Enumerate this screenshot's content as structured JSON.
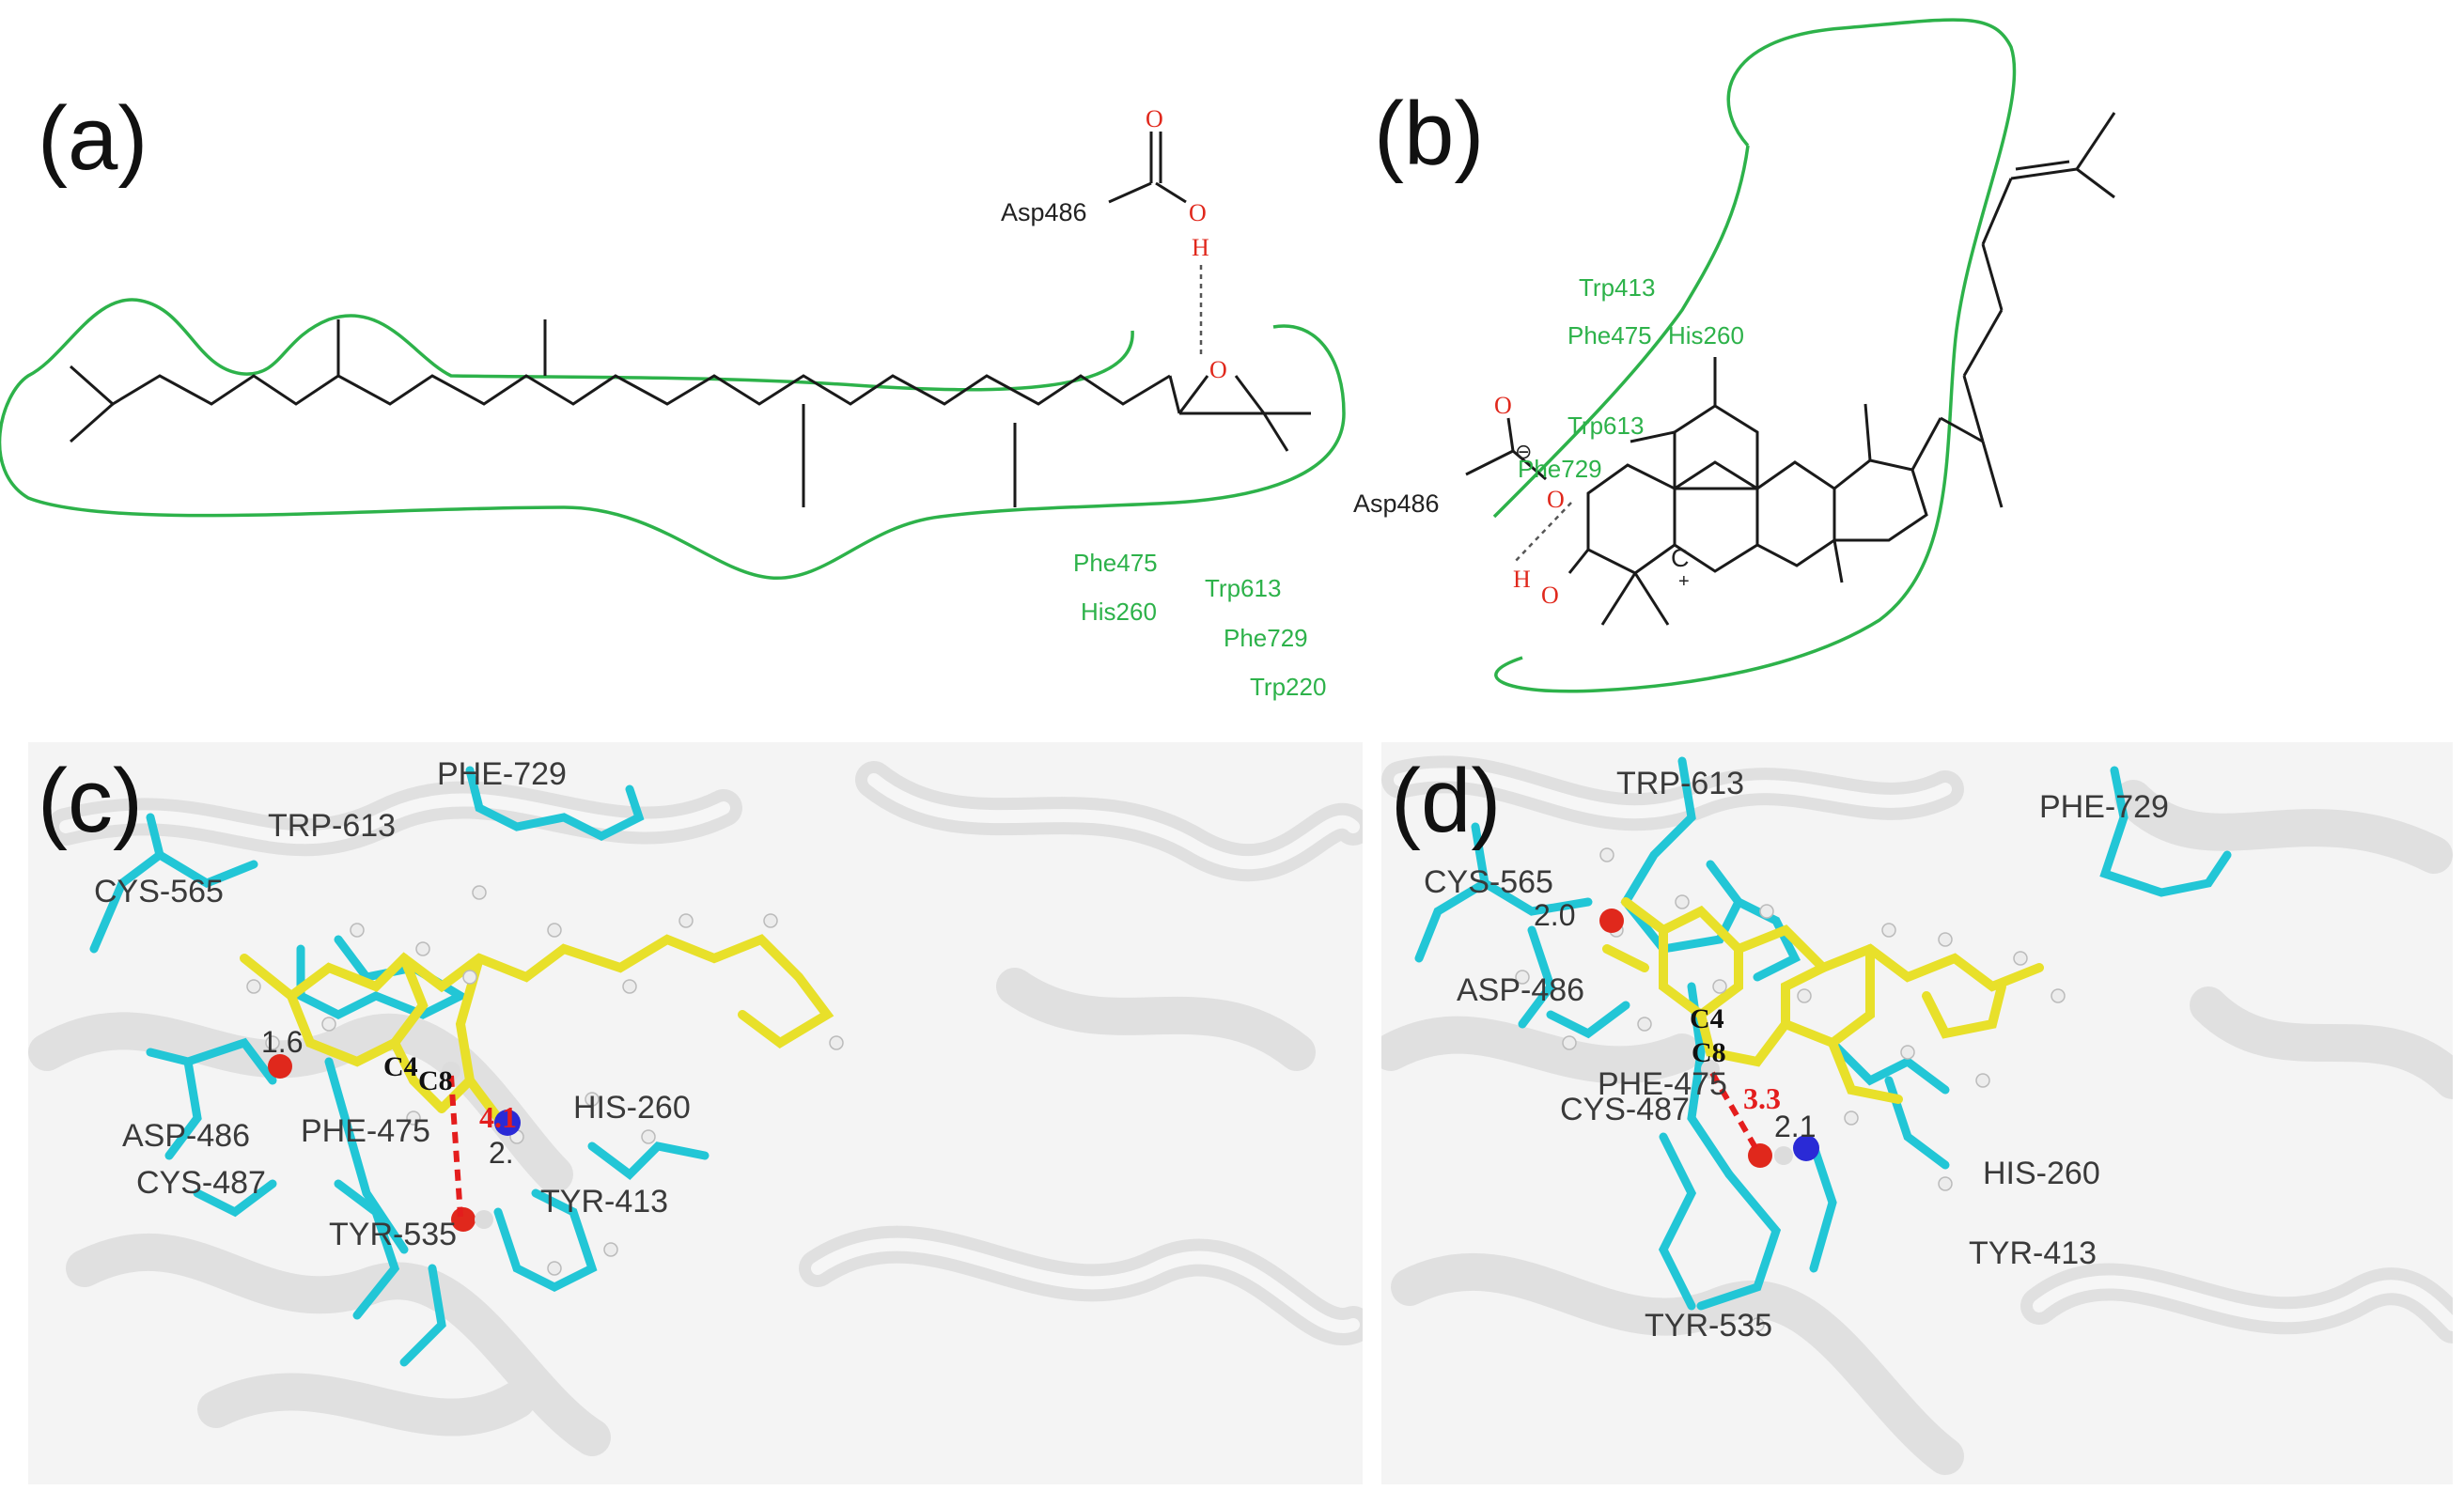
{
  "panel_a": {
    "label": "(a)",
    "acid": "Asp486",
    "atom_o1": "O",
    "atom_o2": "O",
    "atom_h": "H",
    "atom_epox_o": "O",
    "residues": [
      "Phe475",
      "His260",
      "Trp613",
      "Phe729",
      "Trp220"
    ]
  },
  "panel_b": {
    "label": "(b)",
    "acid": "Asp486",
    "atom_o1": "O",
    "atom_o2": "O",
    "charge_minus": "⊖",
    "atom_h": "H",
    "atom_oh": "O",
    "atom_cation": "C",
    "charge_plus": "+",
    "residues": [
      "Trp413",
      "Phe475",
      "His260",
      "Trp613",
      "Phe729"
    ]
  },
  "panel_c": {
    "label": "(c)",
    "residues": [
      "TRP-613",
      "PHE-729",
      "CYS-565",
      "ASP-486",
      "CYS-487",
      "PHE-475",
      "TYR-535",
      "HIS-260",
      "TYR-413"
    ],
    "atoms": [
      "C4",
      "C8"
    ],
    "distances": [
      "1.6",
      "2."
    ],
    "key_distance": "4.1"
  },
  "panel_d": {
    "label": "(d)",
    "residues": [
      "TRP-613",
      "PHE-729",
      "CYS-565",
      "ASP-486",
      "CYS-487",
      "PHE-475",
      "HIS-260",
      "TYR-413",
      "TYR-535"
    ],
    "atoms": [
      "C4",
      "C8"
    ],
    "distances": [
      "2.0",
      "2.1"
    ],
    "key_distance": "3.3"
  },
  "colors": {
    "pocket": "#2db24a",
    "oxygen": "#e0281c",
    "carbon_residue": "#22c6d6",
    "carbon_ligand": "#e8e02a",
    "nitrogen": "#2a2ad6",
    "sulfur": "#d6c22a",
    "distance_line": "#e41d1d",
    "protein_ribbon": "#e9e9e9"
  }
}
